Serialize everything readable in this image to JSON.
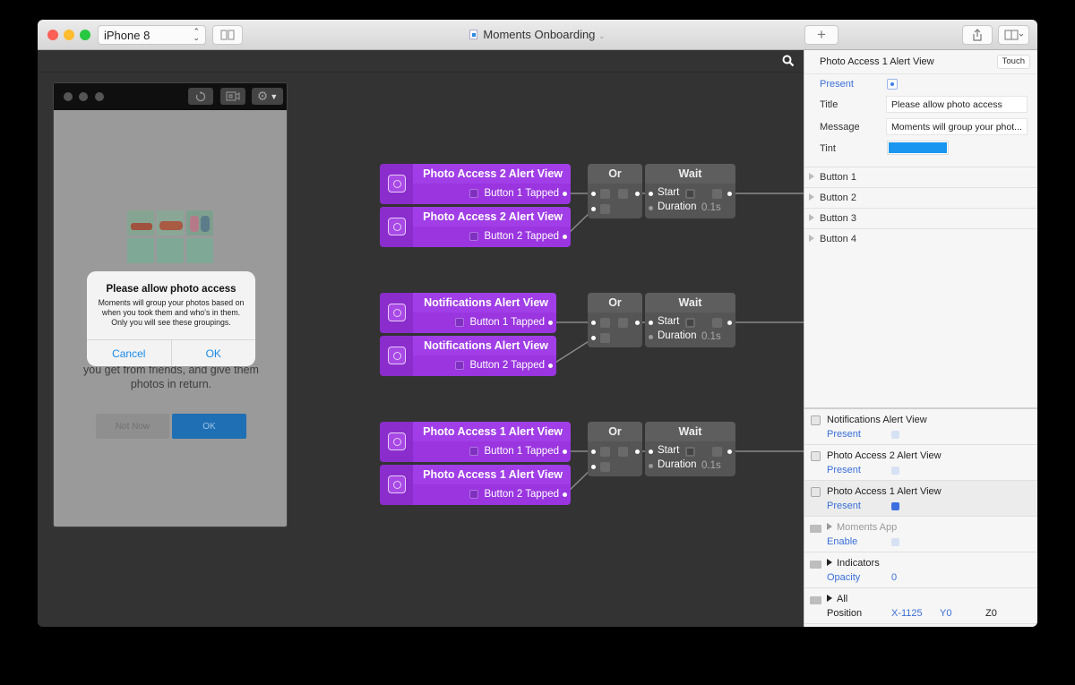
{
  "window": {
    "device_select": "iPhone 8",
    "document_title": "Moments Onboarding",
    "add_button": "+",
    "colors": {
      "traffic_red": "#fe5f57",
      "traffic_yellow": "#febc2e",
      "traffic_green": "#28c840",
      "node_purple": "#9a35e0",
      "node_title": "#a13ee7",
      "tint": "#1a96f0",
      "link_blue": "#3a6fd8"
    }
  },
  "simulator": {
    "alert": {
      "title": "Please allow photo access",
      "message": "Moments will group your photos based on when you took them and who's in them. Only you will see these groupings.",
      "cancel": "Cancel",
      "ok": "OK"
    },
    "behind_text_line1": "you get from friends, and give them",
    "behind_text_line2": "photos in return.",
    "not_now": "Not Now",
    "ok": "OK"
  },
  "graph": {
    "groups": [
      {
        "nodes": [
          {
            "title": "Photo Access 2 Alert View",
            "port": "Button 1 Tapped"
          },
          {
            "title": "Photo Access 2 Alert View",
            "port": "Button 2 Tapped"
          }
        ],
        "or_title": "Or",
        "wait": {
          "title": "Wait",
          "start": "Start",
          "duration": "Duration",
          "duration_value": "0.1s"
        }
      },
      {
        "nodes": [
          {
            "title": "Notifications Alert View",
            "port": "Button 1 Tapped"
          },
          {
            "title": "Notifications Alert View",
            "port": "Button 2 Tapped"
          }
        ],
        "or_title": "Or",
        "wait": {
          "title": "Wait",
          "start": "Start",
          "duration": "Duration",
          "duration_value": "0.1s"
        }
      },
      {
        "nodes": [
          {
            "title": "Photo Access 1 Alert View",
            "port": "Button 1 Tapped"
          },
          {
            "title": "Photo Access 1 Alert View",
            "port": "Button 2 Tapped"
          }
        ],
        "or_title": "Or",
        "wait": {
          "title": "Wait",
          "start": "Start",
          "duration": "Duration",
          "duration_value": "0.1s"
        }
      }
    ]
  },
  "inspector": {
    "title": "Photo Access 1 Alert View",
    "touch": "Touch",
    "present_label": "Present",
    "title_label": "Title",
    "title_value": "Please allow photo access",
    "message_label": "Message",
    "message_value": "Moments will group your phot...",
    "tint_label": "Tint",
    "buttons": [
      "Button 1",
      "Button 2",
      "Button 3",
      "Button 4"
    ]
  },
  "layers": [
    {
      "name": "Notifications Alert View",
      "prop": "Present"
    },
    {
      "name": "Photo Access 2 Alert View",
      "prop": "Present"
    },
    {
      "name": "Photo Access 1 Alert View",
      "prop": "Present"
    },
    {
      "name": "Moments App",
      "prop": "Enable"
    },
    {
      "name": "Indicators",
      "prop": "Opacity",
      "value": "0"
    },
    {
      "name": "All",
      "prop": "Position",
      "x": "X-1125",
      "y": "Y0",
      "z": "Z0"
    }
  ]
}
